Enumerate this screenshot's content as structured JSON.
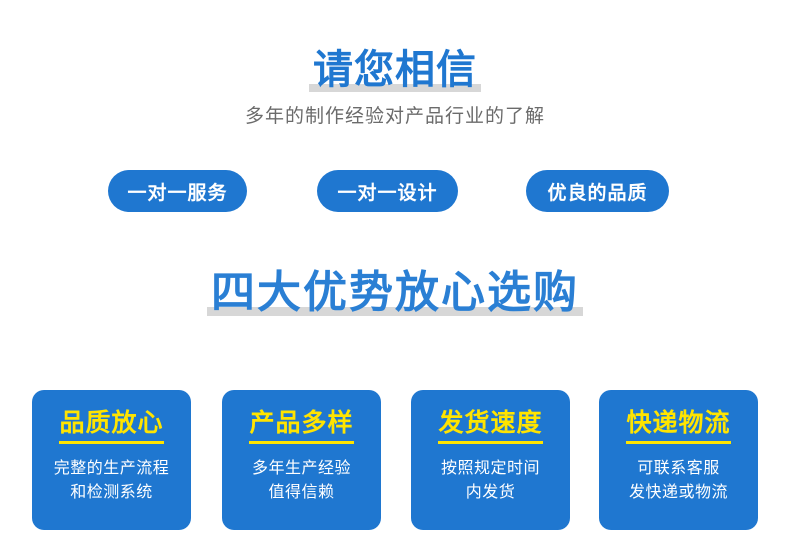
{
  "colors": {
    "brand_blue": "#1f77d0",
    "title_blue": "#2a7fd4",
    "accent_yellow": "#ffe400",
    "bar_gray": "#d7d7d7",
    "subtitle_gray": "#6b6b6b",
    "page_background": "#ffffff",
    "card_text_white": "#ffffff"
  },
  "hero": {
    "headline": "请您相信",
    "subheadline": "多年的制作经验对产品行业的了解"
  },
  "pills": [
    {
      "label": "一对一服务"
    },
    {
      "label": "一对一设计"
    },
    {
      "label": "优良的品质"
    }
  ],
  "section": {
    "title": "四大优势放心选购"
  },
  "cards": [
    {
      "title": "品质放心",
      "line1": "完整的生产流程",
      "line2": "和检测系统"
    },
    {
      "title": "产品多样",
      "line1": "多年生产经验",
      "line2": "值得信赖"
    },
    {
      "title": "发货速度",
      "line1": "按照规定时间",
      "line2": "内发货"
    },
    {
      "title": "快递物流",
      "line1": "可联系客服",
      "line2": "发快递或物流"
    }
  ]
}
